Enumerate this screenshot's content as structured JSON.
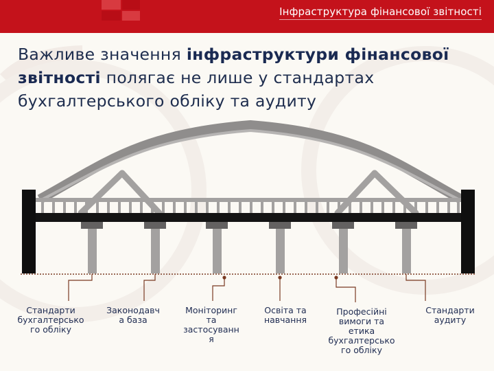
{
  "header": {
    "title": "Інфраструктура фінансової звітності"
  },
  "headline": {
    "before": "Важливе значення ",
    "bold": "інфраструктури фінансової звітності",
    "after": " полягає не лише у стандартах бухгалтерського обліку та аудиту"
  },
  "pillars": [
    {
      "label": "Стандарти\nбухгалтерсько\nго обліку"
    },
    {
      "label": "Законодавч\nа база"
    },
    {
      "label": "Моніторинг\nта\nзастосуванн\nя"
    },
    {
      "label": "Освіта та\nнавчання"
    },
    {
      "label": "Професійні\nвимоги та\nетика\nбухгалтерсько\nго обліку"
    },
    {
      "label": "Стандарти\nаудиту"
    }
  ],
  "colors": {
    "brand_red": "#c4121b",
    "bridge_dark": "#141414",
    "bridge_grey": "#a3a1a0",
    "connector": "#7a3a22",
    "text": "#1f2c52"
  }
}
